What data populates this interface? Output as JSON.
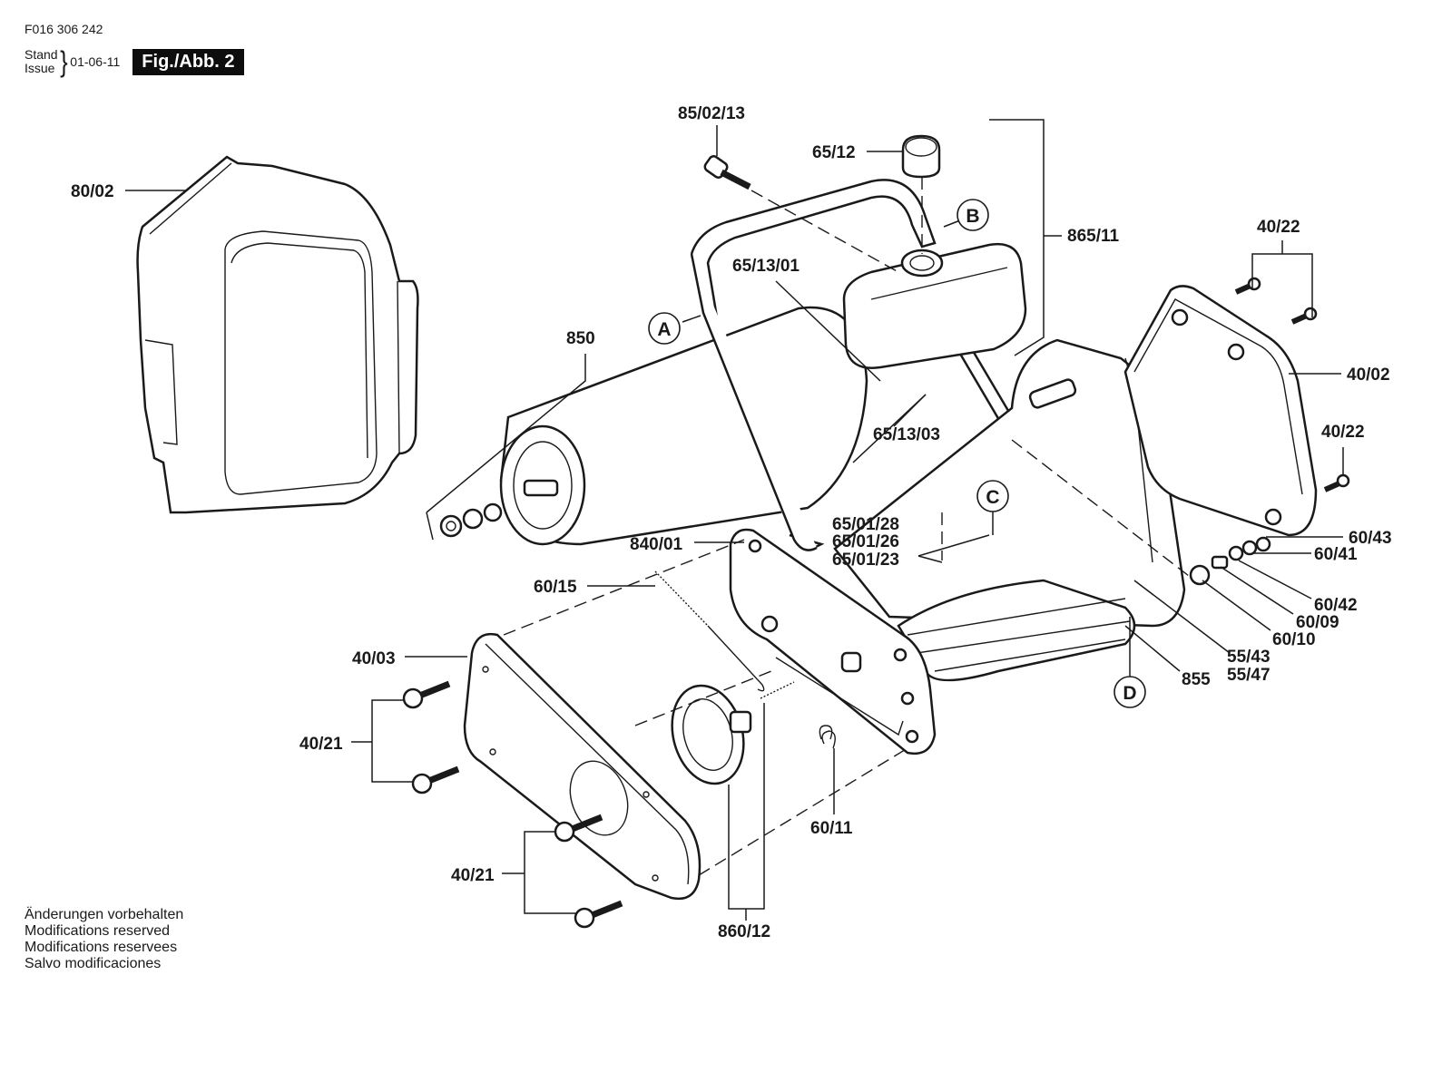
{
  "header": {
    "document_number": "F016 306 242",
    "stand_label": "Stand",
    "issue_label": "Issue",
    "issue_date": "01-06-11",
    "figure_label": "Fig./Abb. 2"
  },
  "footer": {
    "lines": [
      "Änderungen vorbehalten",
      "Modifications reserved",
      "Modifications reservees",
      "Salvo modificaciones"
    ]
  },
  "callouts": {
    "p80_02": "80/02",
    "p85_02_13": "85/02/13",
    "p65_12": "65/12",
    "p865_11": "865/11",
    "p65_13_01": "65/13/01",
    "p850": "850",
    "p65_13_03": "65/13/03",
    "p40_22_top": "40/22",
    "p40_02": "40/02",
    "p40_22_right": "40/22",
    "p65_01_28": "65/01/28",
    "p65_01_26": "65/01/26",
    "p65_01_23": "65/01/23",
    "p840_01": "840/01",
    "p60_15": "60/15",
    "p60_43": "60/43",
    "p60_41": "60/41",
    "p60_42": "60/42",
    "p60_09": "60/09",
    "p60_10": "60/10",
    "p55_43": "55/43",
    "p55_47": "55/47",
    "p855": "855",
    "p40_03": "40/03",
    "p40_21_upper": "40/21",
    "p40_21_lower": "40/21",
    "p60_11": "60/11",
    "p860_12": "860/12"
  },
  "reference_markers": {
    "a": "A",
    "b": "B",
    "c": "C",
    "d": "D"
  }
}
